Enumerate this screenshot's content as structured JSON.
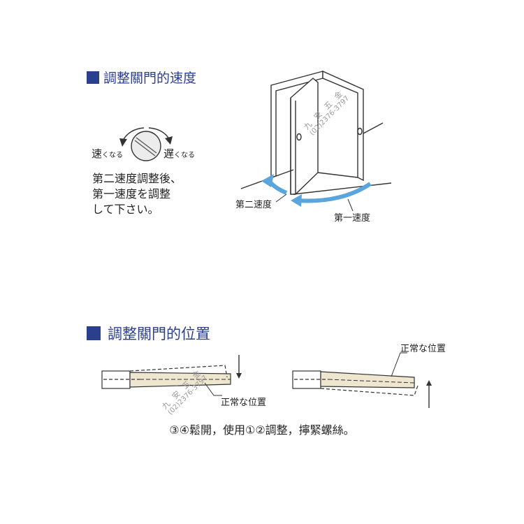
{
  "section1": {
    "title": "調整關門的速度",
    "dial_fast": "速",
    "dial_fast_small": "くなる",
    "dial_slow": "遅",
    "dial_slow_small": "くなる",
    "instructions": [
      "第二速度調整後、",
      "第一速度を調整",
      "して下さい。"
    ],
    "second_speed_label": "第二速度",
    "first_speed_label": "第一速度"
  },
  "section2": {
    "title": "調整關門的位置",
    "normal_position_label_left": "正常な位置",
    "normal_position_label_right": "正常な位置",
    "caption": "③④鬆開，使用①②調整，擰緊螺絲。"
  },
  "watermark": {
    "name": "九 安 五 金",
    "phone": "(02)2376-3797"
  },
  "colors": {
    "title": "#2b3f8f",
    "arrow_blue": "#5aa6dc",
    "bar_fill": "#efe6cf",
    "line": "#333333"
  }
}
